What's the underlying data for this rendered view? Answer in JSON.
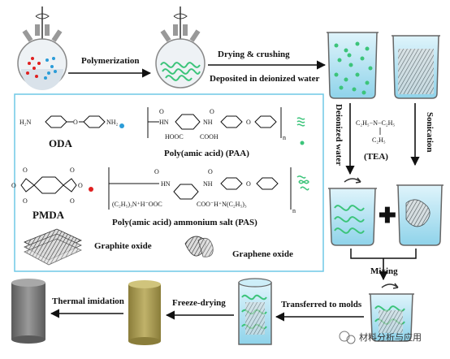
{
  "steps": {
    "polymerization": "Polymerization",
    "drying": "Drying & crushing",
    "deposited": "Deposited in deionized water",
    "deionized_water": "Deionized water",
    "sonication": "Sonication",
    "mixing": "Mixing",
    "transferred": "Transferred to molds",
    "freeze_drying": "Freeze-drying",
    "thermal_imidation": "Thermal imidation"
  },
  "legend": {
    "oda": "ODA",
    "pmda": "PMDA",
    "paa": "Poly(amic acid)   (PAA)",
    "pas": "Poly(amic acid) ammonium salt   (PAS)",
    "graphite_oxide": "Graphite oxide",
    "graphene_oxide": "Graphene oxide",
    "tea": "(TEA)"
  },
  "watermark": "材料分析与应用",
  "colors": {
    "oda_dot": "#2b9cd8",
    "pmda_dot": "#e02020",
    "polymer_green": "#3cc47a",
    "legend_border": "#6fc9e6",
    "gray_cylinder": "#7b7b7b",
    "olive_cylinder": "#a8994e"
  }
}
